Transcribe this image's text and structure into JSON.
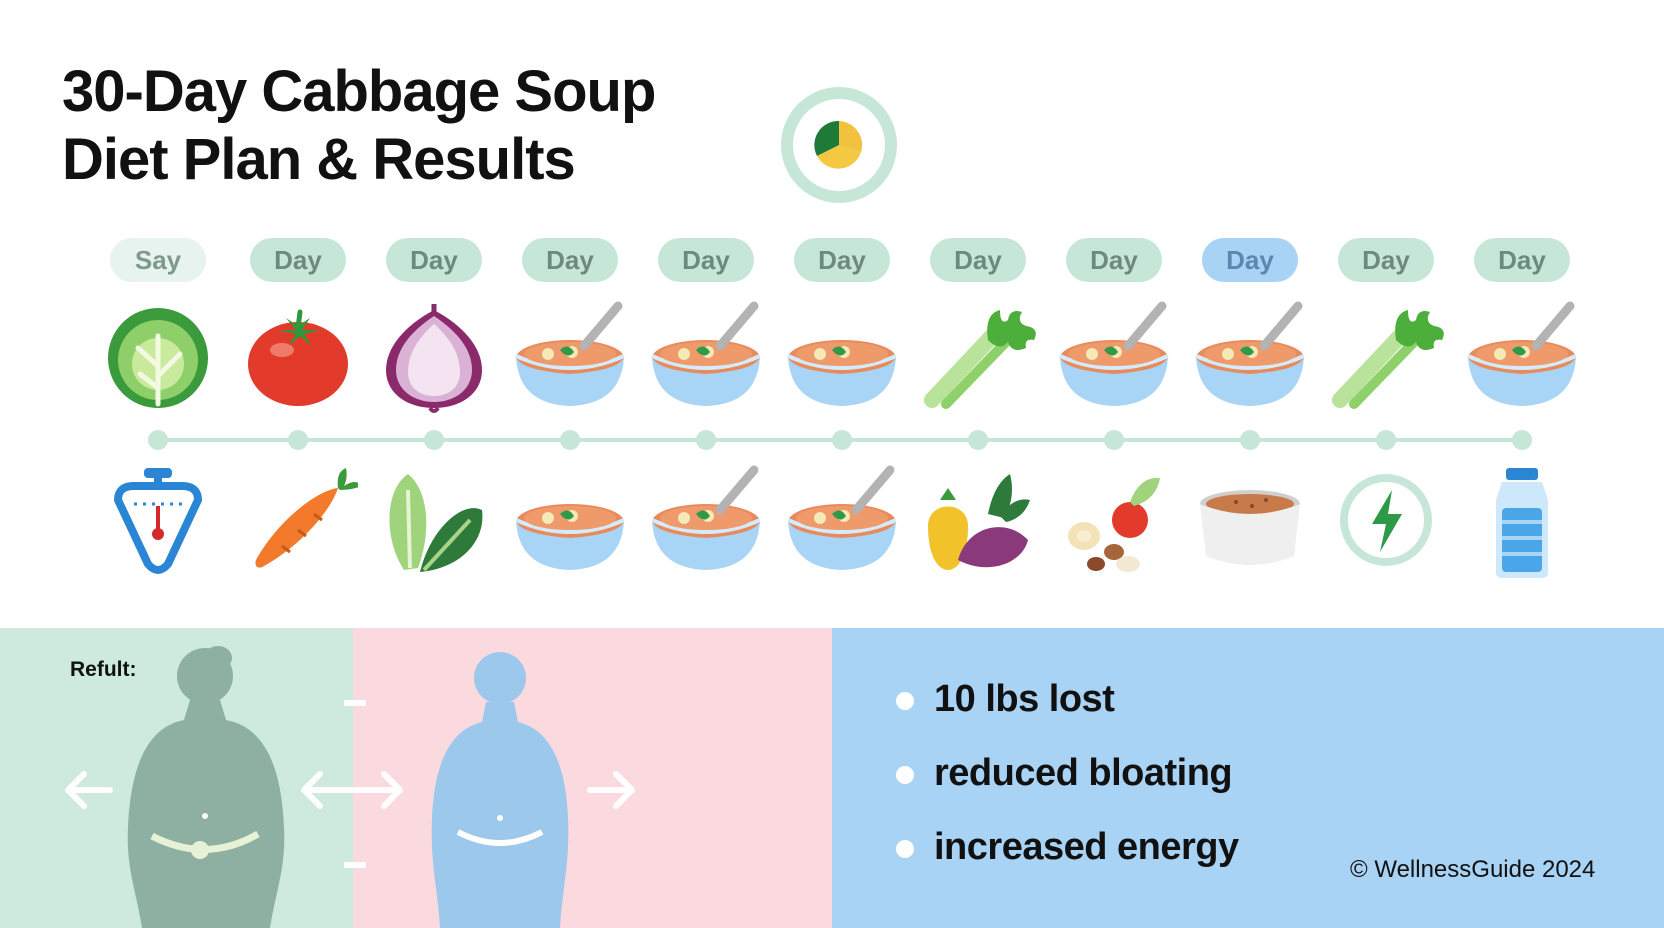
{
  "title": {
    "line1": "30-Day Cabbage Soup",
    "line2": "Diet Plan & Results"
  },
  "days": [
    {
      "label": "Say",
      "style": "light"
    },
    {
      "label": "Day",
      "style": "normal"
    },
    {
      "label": "Day",
      "style": "normal"
    },
    {
      "label": "Day",
      "style": "normal"
    },
    {
      "label": "Day",
      "style": "normal"
    },
    {
      "label": "Day",
      "style": "normal"
    },
    {
      "label": "Day",
      "style": "normal"
    },
    {
      "label": "Day",
      "style": "normal"
    },
    {
      "label": "Day",
      "style": "blue"
    },
    {
      "label": "Day",
      "style": "normal"
    },
    {
      "label": "Day",
      "style": "normal"
    }
  ],
  "top_icons": [
    "cabbage-icon",
    "tomato-icon",
    "onion-icon",
    "soup-bowl-icon",
    "soup-bowl-icon",
    "soup-bowl-plain-icon",
    "celery-icon",
    "soup-bowl-icon",
    "soup-bowl-icon",
    "celery-icon",
    "soup-bowl-icon"
  ],
  "bottom_icons": [
    "scale-icon",
    "carrot-icon",
    "leafy-greens-icon",
    "soup-bowl-plain-icon",
    "soup-bowl-icon",
    "soup-bowl-icon",
    "mixed-vegetables-icon",
    "fruit-nuts-icon",
    "broth-bowl-icon",
    "energy-icon",
    "water-bottle-icon"
  ],
  "results": {
    "label": "Refult:",
    "bullets": [
      "10 lbs lost",
      "reduced bloating",
      "increased energy"
    ]
  },
  "footer": {
    "copyright": "© WellnessGuide 2024"
  },
  "colors": {
    "pill_green": "#c6e7d8",
    "pill_blue": "#a9d3f5",
    "panel_green": "#cdeadd",
    "panel_pink": "#fadadf",
    "panel_blue": "#a9d3f5",
    "timeline": "#c6e7d8"
  }
}
